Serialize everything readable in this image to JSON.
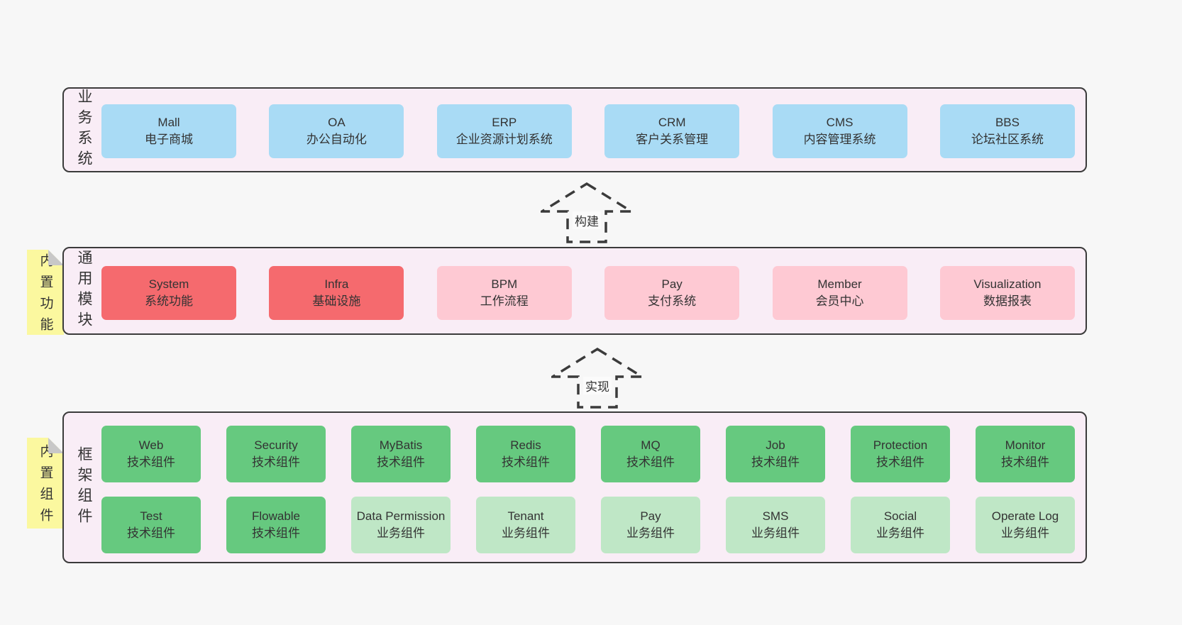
{
  "panels": {
    "business": {
      "label": "业务系统",
      "boxes": [
        {
          "name": "Mall",
          "desc": "电子商城",
          "type": "blue"
        },
        {
          "name": "OA",
          "desc": "办公自动化",
          "type": "blue"
        },
        {
          "name": "ERP",
          "desc": "企业资源计划系统",
          "type": "blue"
        },
        {
          "name": "CRM",
          "desc": "客户关系管理",
          "type": "blue"
        },
        {
          "name": "CMS",
          "desc": "内容管理系统",
          "type": "blue"
        },
        {
          "name": "BBS",
          "desc": "论坛社区系统",
          "type": "blue"
        }
      ]
    },
    "modules": {
      "label": "通用模块",
      "sticky": "内置功能",
      "boxes": [
        {
          "name": "System",
          "desc": "系统功能",
          "type": "red"
        },
        {
          "name": "Infra",
          "desc": "基础设施",
          "type": "red"
        },
        {
          "name": "BPM",
          "desc": "工作流程",
          "type": "pink"
        },
        {
          "name": "Pay",
          "desc": "支付系统",
          "type": "pink"
        },
        {
          "name": "Member",
          "desc": "会员中心",
          "type": "pink"
        },
        {
          "name": "Visualization",
          "desc": "数据报表",
          "type": "pink"
        }
      ]
    },
    "framework": {
      "label": "框架组件",
      "sticky": "内置组件",
      "row1": [
        {
          "name": "Web",
          "desc": "技术组件",
          "type": "green"
        },
        {
          "name": "Security",
          "desc": "技术组件",
          "type": "green"
        },
        {
          "name": "MyBatis",
          "desc": "技术组件",
          "type": "green"
        },
        {
          "name": "Redis",
          "desc": "技术组件",
          "type": "green"
        },
        {
          "name": "MQ",
          "desc": "技术组件",
          "type": "green"
        },
        {
          "name": "Job",
          "desc": "技术组件",
          "type": "green"
        },
        {
          "name": "Protection",
          "desc": "技术组件",
          "type": "green"
        },
        {
          "name": "Monitor",
          "desc": "技术组件",
          "type": "green"
        }
      ],
      "row2": [
        {
          "name": "Test",
          "desc": "技术组件",
          "type": "green"
        },
        {
          "name": "Flowable",
          "desc": "技术组件",
          "type": "green"
        },
        {
          "name": "Data Permission",
          "desc": "业务组件",
          "type": "lgreen"
        },
        {
          "name": "Tenant",
          "desc": "业务组件",
          "type": "lgreen"
        },
        {
          "name": "Pay",
          "desc": "业务组件",
          "type": "lgreen"
        },
        {
          "name": "SMS",
          "desc": "业务组件",
          "type": "lgreen"
        },
        {
          "name": "Social",
          "desc": "业务组件",
          "type": "lgreen"
        },
        {
          "name": "Operate Log",
          "desc": "业务组件",
          "type": "lgreen"
        }
      ]
    }
  },
  "arrows": {
    "build": "构建",
    "implement": "实现"
  },
  "colors": {
    "page_bg": "#f7f7f7",
    "panel_bg": "#f9edf6",
    "panel_border": "#3b3b3b",
    "business_box": "#a9dbf5",
    "core_module_box": "#f56a6e",
    "module_box": "#fec9d3",
    "tech_component_box": "#66c97f",
    "biz_component_box": "#bfe7c6",
    "sticky_note": "#fbf89f",
    "sticky_fold": "#c8c8c8"
  }
}
